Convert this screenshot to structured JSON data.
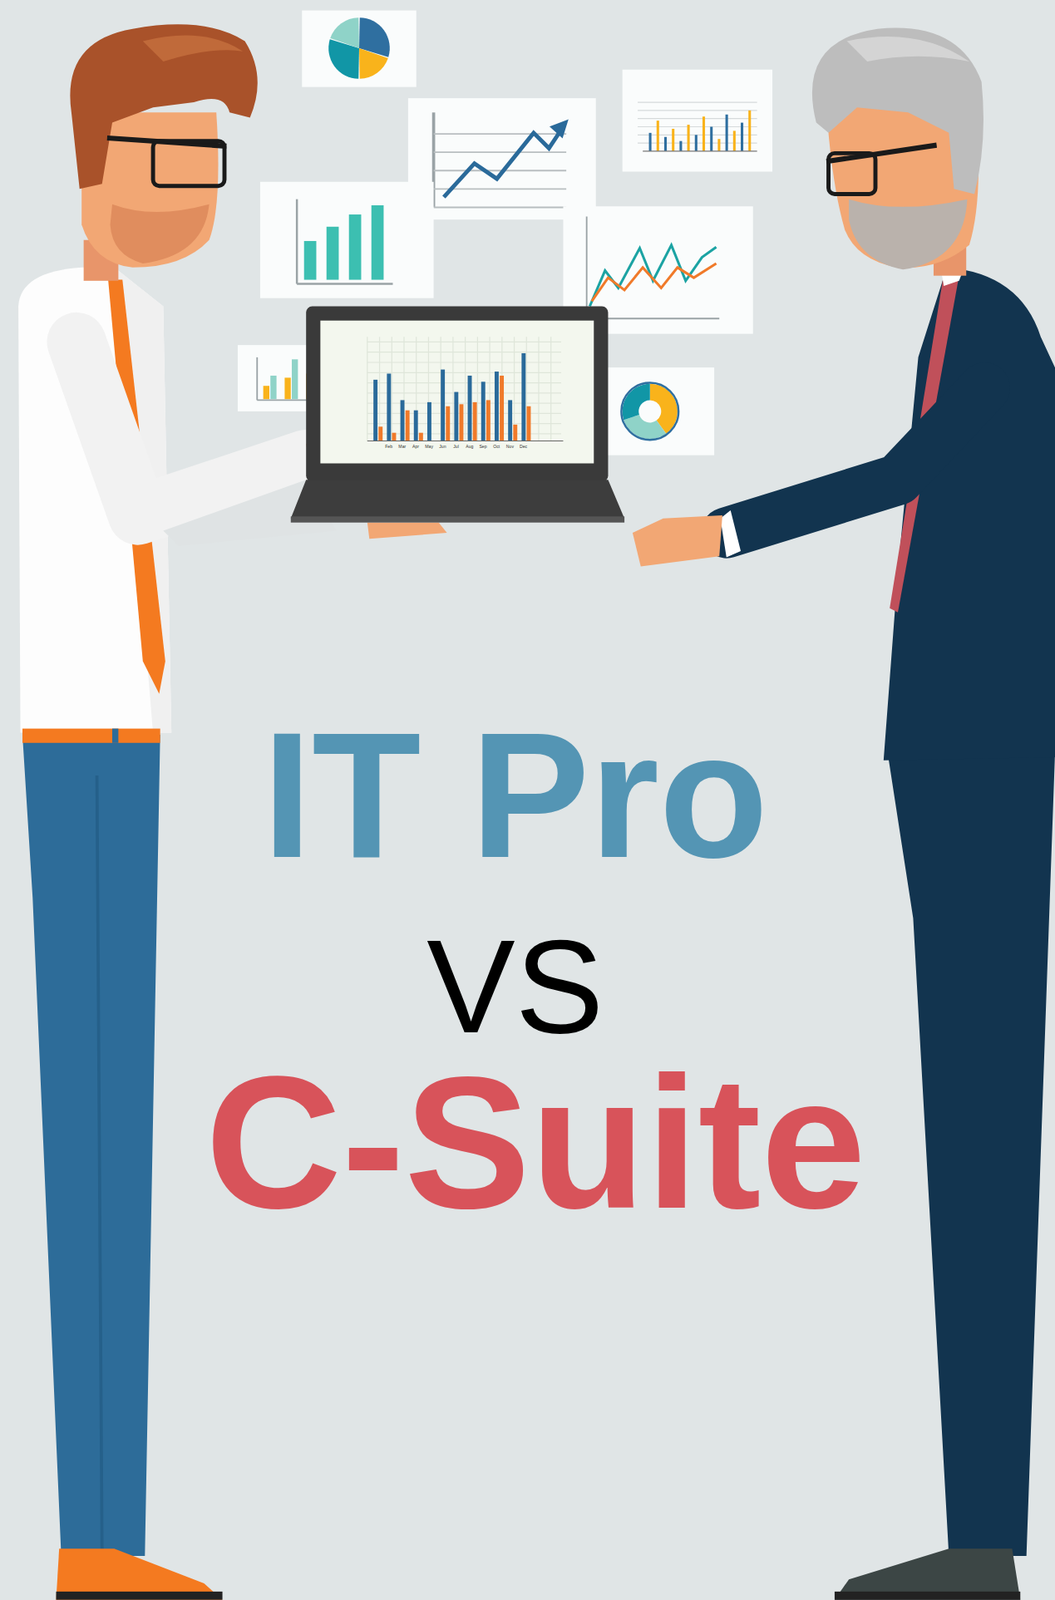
{
  "diagram": {
    "labels": [
      "IT Pro",
      "VS",
      "C-Suite",
      "Feb",
      "Mar",
      "Apr",
      "May",
      "Jun",
      "Jul",
      "Aug",
      "Sep",
      "Oct",
      "Nov",
      "Dec"
    ]
  }
}
